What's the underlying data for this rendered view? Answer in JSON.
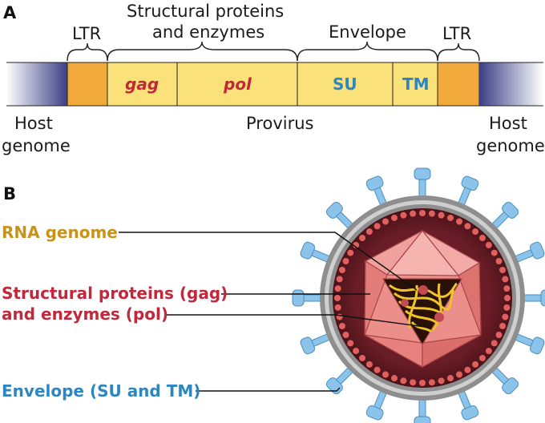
{
  "panel_a": {
    "label": "A",
    "top_labels": {
      "ltr_left": "LTR",
      "structural_line1": "Structural proteins",
      "structural_line2": "and enzymes",
      "envelope": "Envelope",
      "ltr_right": "LTR"
    },
    "segments": {
      "gag": "gag",
      "pol": "pol",
      "su": "SU",
      "tm": "TM"
    },
    "bottom_labels": {
      "host_left_line1": "Host",
      "host_left_line2": "genome",
      "provirus": "Provirus",
      "host_right_line1": "Host",
      "host_right_line2": "genome"
    }
  },
  "panel_b": {
    "label": "B",
    "callouts": {
      "rna_genome": "RNA genome",
      "structural_line1": "Structural proteins (gag)",
      "structural_line2": "and enzymes (pol)",
      "envelope": "Envelope (SU and TM)"
    }
  },
  "colors": {
    "ltr": "#f2a93b",
    "gene_fill": "#fae17a",
    "host_dark": "#3b3f86",
    "red_label": "#c0283b",
    "blue_label": "#2e86c1",
    "gold_label": "#c8931d",
    "capsid": "#e98a86",
    "envelope_ring": "#8e8e8e",
    "inner_dark": "#5c1820",
    "glycoprotein": "#8cc3ea"
  }
}
